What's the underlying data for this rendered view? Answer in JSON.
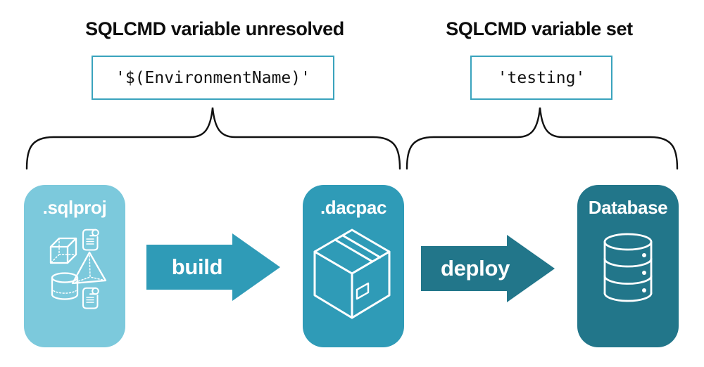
{
  "annotations": {
    "unresolved": {
      "heading": "SQLCMD variable unresolved",
      "value": "'$(EnvironmentName)'"
    },
    "resolved": {
      "heading": "SQLCMD variable set",
      "value": "'testing'"
    }
  },
  "pipeline": {
    "nodes": [
      {
        "label": ".sqlproj",
        "color": "#7cc9dc",
        "icon": "sql-objects-icon"
      },
      {
        "label": ".dacpac",
        "color": "#2f9bb7",
        "icon": "package-icon"
      },
      {
        "label": "Database",
        "color": "#22768a",
        "icon": "database-icon"
      }
    ],
    "arrows": [
      {
        "label": "build",
        "color": "#2f9bb7"
      },
      {
        "label": "deploy",
        "color": "#22768a"
      }
    ]
  },
  "colors": {
    "background": "#ffffff",
    "text": "#0d0d0d",
    "code_box_border": "#3aa3bd",
    "brace_stroke": "#111111",
    "icon_stroke": "#ffffff"
  }
}
